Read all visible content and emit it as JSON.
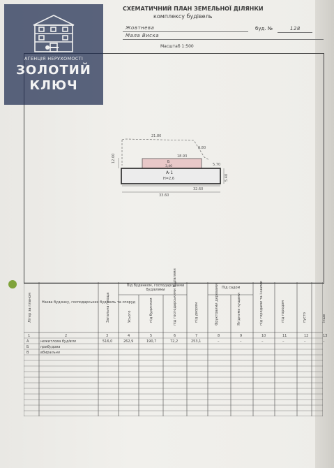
{
  "header": {
    "title_line1": "СХЕМАТИЧНИЙ ПЛАН ЗЕМЕЛЬНОЇ ДІЛЯНКИ",
    "title_line2": "комплексу будівель",
    "street": "Жовтнева",
    "house_label": "буд. №",
    "house_number": "128",
    "village": "Мала Виска",
    "scale": "Масштаб 1:500"
  },
  "watermark": {
    "agency": "АГЕНЦІЯ НЕРУХОМОСТІ",
    "brand_line1": "ЗОЛОТИЙ",
    "brand_line2": "КЛЮЧ"
  },
  "plan": {
    "dim_top": "21.80",
    "dim_side_left": "12.00",
    "dim_slant": "9.80",
    "dim_inner_top": "18.93",
    "dim_bottom_inner": "32.60",
    "dim_bottom_outer": "33.60",
    "dim_right": "5.40",
    "dim_right_small": "5.70",
    "building_a_label": "А-1",
    "building_a_sub": "Н=2,6",
    "building_b_label": "Б",
    "building_b_sub": "3,40"
  },
  "table": {
    "col_letter": "Літер за планом",
    "col_name": "Назва будинку, господарських будівель та споруд",
    "col_total": "Загальна площа",
    "group_buildings": "Під будинком, господарськими будівлями",
    "col_total_sub": "Усього",
    "col_house": "під будинком",
    "col_outbuild": "під господарськими будівлями",
    "col_yard": "під двором",
    "group_garden": "Під садом",
    "col_fruit": "Фруктовими деревами",
    "col_berries": "Ягідними кущами",
    "col_vegetables": "під городами та іншими",
    "col_other": "під городом",
    "col_vacant": "пусто",
    "col_misc": "інше",
    "numbers": [
      "1",
      "2",
      "3",
      "4",
      "5",
      "6",
      "7",
      "8",
      "9",
      "10",
      "11",
      "12",
      "13"
    ],
    "rows": [
      {
        "letter": "А",
        "name": "нежитлова будівля",
        "total": "516,0",
        "sum": "262,9",
        "house": "190,7",
        "outbuild": "72,2",
        "yard": "253,1",
        "fruit": "–",
        "berries": "–",
        "vegetables": "–",
        "other": "–",
        "vacant": "–",
        "misc": "–"
      },
      {
        "letter": "Б",
        "name": "прибудова"
      },
      {
        "letter": "В",
        "name": "вбиральня"
      }
    ]
  }
}
